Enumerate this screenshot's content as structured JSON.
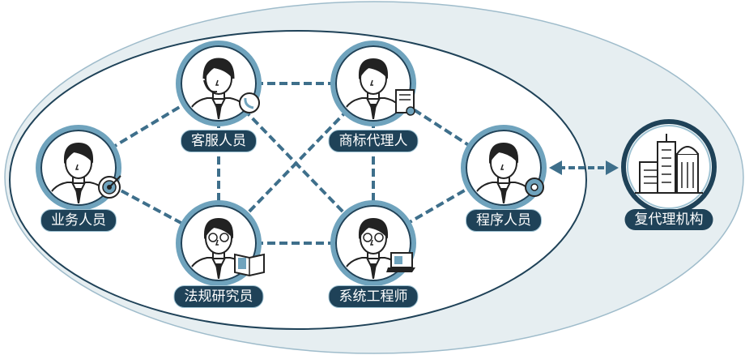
{
  "nodes": [
    {
      "id": "business",
      "label": "业务人员",
      "icon": "target-icon"
    },
    {
      "id": "service",
      "label": "客服人员",
      "icon": "phone-icon"
    },
    {
      "id": "trademark",
      "label": "商标代理人",
      "icon": "certificate-icon"
    },
    {
      "id": "programmer",
      "label": "程序人员",
      "icon": "gear-icon"
    },
    {
      "id": "legal",
      "label": "法规研究员",
      "icon": "book-icon"
    },
    {
      "id": "engineer",
      "label": "系统工程师",
      "icon": "laptop-icon"
    }
  ],
  "organization": {
    "label": "复代理机构",
    "icon": "buildings-icon"
  },
  "colors": {
    "outer_ellipse": "#e6eef1",
    "inner_ellipse_border": "#1f4258",
    "circle_ring": "#6fa3bd",
    "link": "#3e6f8b",
    "label_bg": "#1f4258",
    "arrow": "#3e6f8b"
  }
}
